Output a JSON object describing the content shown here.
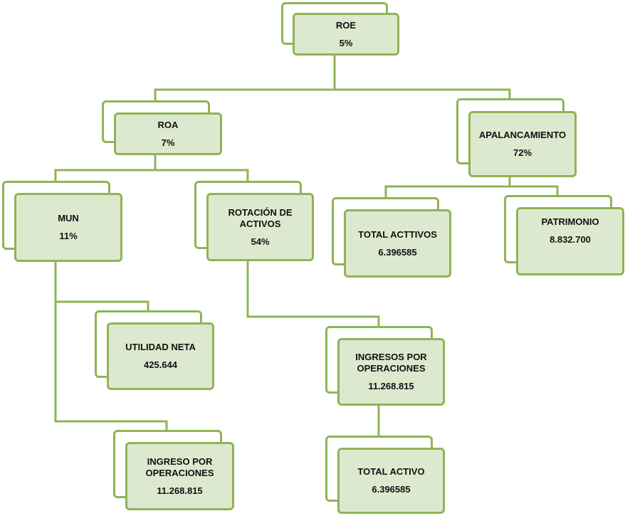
{
  "nodes": {
    "roe": {
      "label": "ROE",
      "value": "5%"
    },
    "roa": {
      "label": "ROA",
      "value": "7%"
    },
    "apalancamiento": {
      "label": "APALANCAMIENTO",
      "value": "72%"
    },
    "mun": {
      "label": "MUN",
      "value": "11%"
    },
    "rotacion": {
      "label": "ROTACIÓN DE ACTIVOS",
      "value": "54%"
    },
    "total_acttivos": {
      "label": "TOTAL ACTTIVOS",
      "value": "6.396585"
    },
    "patrimonio": {
      "label": "PATRIMONIO",
      "value": "8.832.700"
    },
    "utilidad_neta": {
      "label": "UTILIDAD NETA",
      "value": "425.644"
    },
    "ingresos_por_operaciones": {
      "label": "INGRESOS POR OPERACIONES",
      "value": "11.268.815"
    },
    "ingreso_por_operaciones": {
      "label": "INGRESO POR OPERACIONES",
      "value": "11.268.815"
    },
    "total_activo": {
      "label": "TOTAL ACTIVO",
      "value": "6.396585"
    }
  },
  "colors": {
    "border": "#8fb456",
    "fill": "#dde9cf",
    "text": "#111111"
  }
}
